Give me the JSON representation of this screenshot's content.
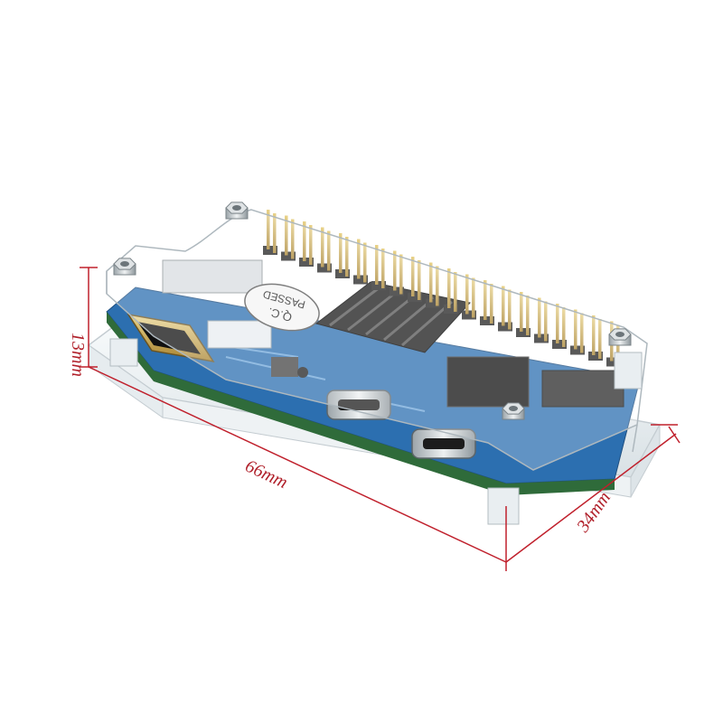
{
  "colors": {
    "background": "#ffffff",
    "dimension_line": "#c0202c",
    "pcb_blue": "#2c6fb0",
    "pcb_green": "#2f6b3a",
    "acrylic_edge": "#dfe6ea",
    "heatsink": "#1a1a1a",
    "header_gold": "#c9a447"
  },
  "dimensions": {
    "height": "13mm",
    "length": "66mm",
    "width": "34mm"
  },
  "board": {
    "qc_label": "Q.C.",
    "passed_label": "PASSED"
  },
  "icons": {
    "heatsink": "heatsink-icon",
    "screw": "hex-screw-icon"
  }
}
